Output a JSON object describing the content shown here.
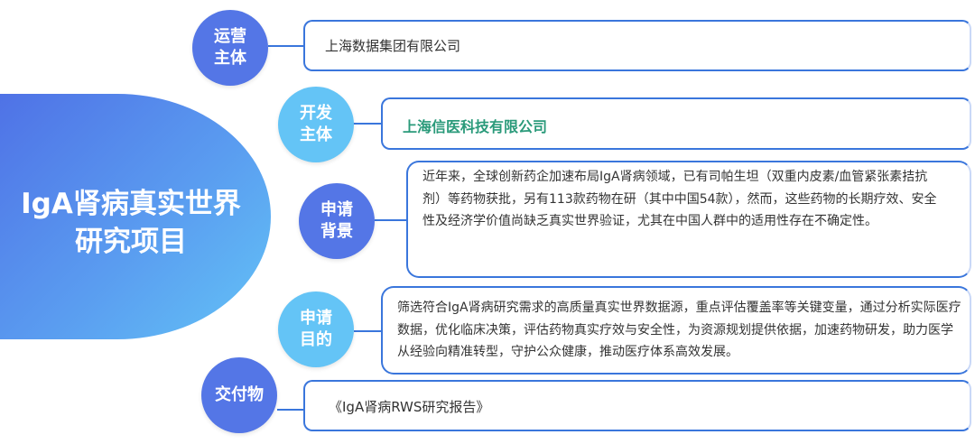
{
  "title": "IgA肾病真实世界研究项目",
  "items": [
    {
      "label": "运营主体",
      "content": "上海数据集团有限公司"
    },
    {
      "label": "开发主体",
      "content": "上海信医科技有限公司"
    },
    {
      "label": "申请背景",
      "content": "近年来，全球创新药企加速布局IgA肾病领域，已有司帕生坦（双重内皮素/血管紧张素拮抗剂）等药物获批，另有113款药物在研（其中中国54款），然而，这些药物的长期疗效、安全性及经济学价值尚缺乏真实世界验证，尤其在中国人群中的适用性存在不确定性。"
    },
    {
      "label": "申请目的",
      "content": "筛选符合IgA肾病研究需求的高质量真实世界数据源，重点评估覆盖率等关键变量，通过分析实际医疗数据，优化临床决策，评估药物真实疗效与安全性，为资源规划提供依据，加速药物研发，助力医学从经验向精准转型，守护公众健康，推动医疗体系高效发展。"
    },
    {
      "label": "交付物",
      "content": "《IgA肾病RWS研究报告》"
    }
  ],
  "colors": {
    "dark": "#5476e6",
    "light": "#64c4f6",
    "border": "#3a76dc",
    "green": "#2a9a7a"
  }
}
